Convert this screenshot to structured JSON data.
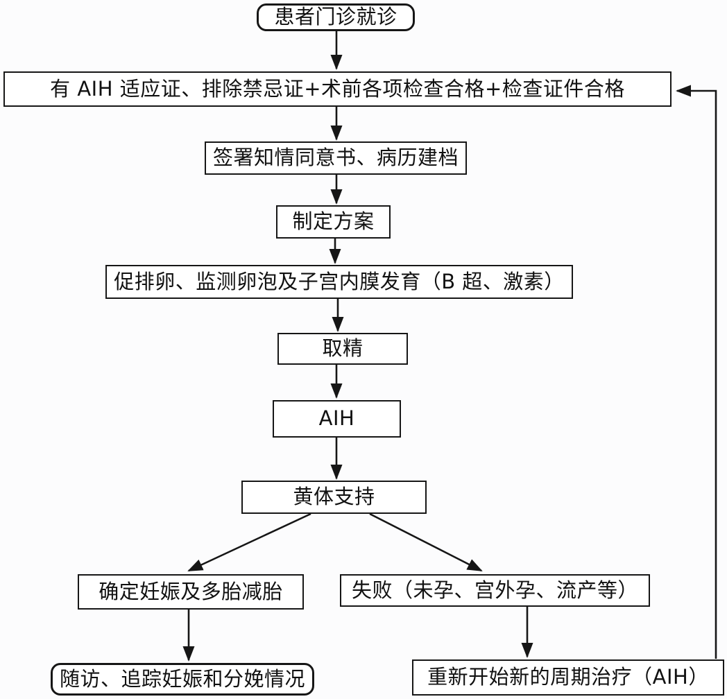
{
  "diagram": {
    "type": "flowchart",
    "language": "zh-CN",
    "colors": {
      "background": "#fcfcfd",
      "box_fill": "#ffffff",
      "line": "#161616",
      "text": "#111111"
    },
    "nodes": [
      {
        "id": "patient-visit",
        "label": "患者门诊就诊",
        "shape": "rounded"
      },
      {
        "id": "eligibility",
        "label": "有 AIH 适应证、排除禁忌证+术前各项检查合格+检查证件合格",
        "shape": "rect"
      },
      {
        "id": "consent",
        "label": "签署知情同意书、病历建档",
        "shape": "rect"
      },
      {
        "id": "plan",
        "label": "制定方案",
        "shape": "rect"
      },
      {
        "id": "ovulation-monitoring",
        "label": "促排卵、监测卵泡及子宫内膜发育（B 超、激素）",
        "shape": "rect"
      },
      {
        "id": "sperm-collection",
        "label": "取精",
        "shape": "rect"
      },
      {
        "id": "aih",
        "label": "AIH",
        "shape": "rect"
      },
      {
        "id": "luteal-support",
        "label": "黄体支持",
        "shape": "rect"
      },
      {
        "id": "pregnancy-confirmation",
        "label": "确定妊娠及多胎减胎",
        "shape": "rect"
      },
      {
        "id": "failure",
        "label": "失败（未孕、宫外孕、流产等）",
        "shape": "rect"
      },
      {
        "id": "follow-up",
        "label": "随访、追踪妊娠和分娩情况",
        "shape": "rounded"
      },
      {
        "id": "restart-cycle",
        "label": "重新开始新的周期治疗（AIH）",
        "shape": "rect"
      }
    ],
    "edges": [
      {
        "from": "patient-visit",
        "to": "eligibility"
      },
      {
        "from": "eligibility",
        "to": "consent"
      },
      {
        "from": "consent",
        "to": "plan"
      },
      {
        "from": "plan",
        "to": "ovulation-monitoring"
      },
      {
        "from": "ovulation-monitoring",
        "to": "sperm-collection"
      },
      {
        "from": "sperm-collection",
        "to": "aih"
      },
      {
        "from": "aih",
        "to": "luteal-support"
      },
      {
        "from": "luteal-support",
        "to": "pregnancy-confirmation"
      },
      {
        "from": "luteal-support",
        "to": "failure"
      },
      {
        "from": "pregnancy-confirmation",
        "to": "follow-up"
      },
      {
        "from": "failure",
        "to": "restart-cycle"
      },
      {
        "from": "restart-cycle",
        "to": "eligibility",
        "note": "feedback loop along right edge"
      }
    ]
  }
}
